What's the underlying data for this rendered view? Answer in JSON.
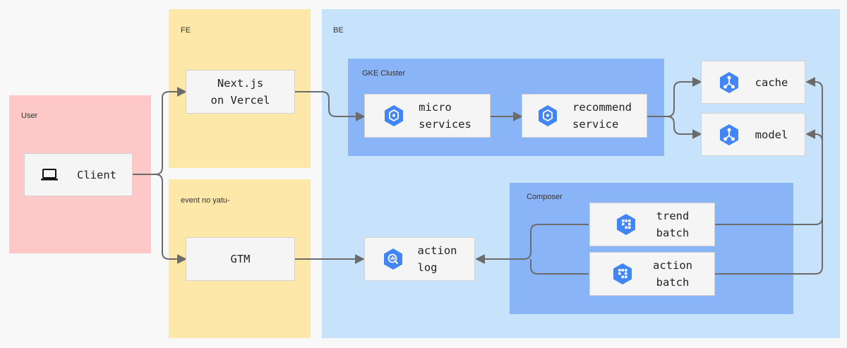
{
  "zones": {
    "user": "User",
    "fe": "FE",
    "event": "event no yatu-",
    "be": "BE",
    "gke": "GKE Cluster",
    "composer": "Composer"
  },
  "nodes": {
    "client": "Client",
    "nextjs": "Next.js\non Vercel",
    "gtm": "GTM",
    "micro": "micro\nservices",
    "recommend": "recommend\nservice",
    "cache": "cache",
    "model": "model",
    "action_log": "action\nlog",
    "trend_batch": "trend\nbatch",
    "action_batch": "action\nbatch"
  },
  "icons": {
    "client": "laptop-icon",
    "micro": "kubernetes-engine-icon",
    "recommend": "kubernetes-engine-icon",
    "cache": "cloud-storage-icon",
    "model": "cloud-storage-icon",
    "action_log": "bigquery-icon",
    "trend_batch": "composer-icon",
    "action_batch": "composer-icon"
  },
  "colors": {
    "user_zone": "#ffc8c8",
    "fe_zone": "#fde7a9",
    "be_zone": "#c6e3fb",
    "inner_zone": "#8ab4f8",
    "gcp_icon": "#4285f4",
    "arrow": "#6b6b6b"
  }
}
